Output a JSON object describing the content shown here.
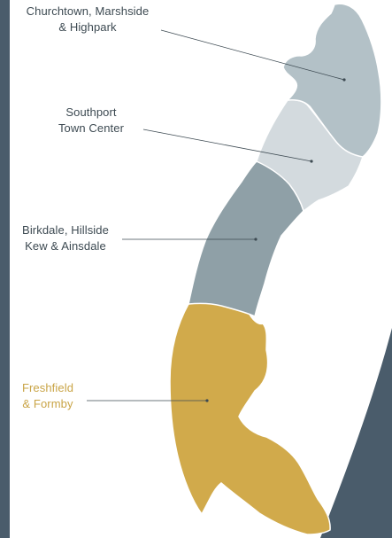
{
  "map": {
    "colors": {
      "background": "#ffffff",
      "frame_dark": "#4a5c6b",
      "region_churchtown": "#b3c1c7",
      "region_southport": "#d3dade",
      "region_birkdale": "#8fa0a7",
      "region_freshfield": "#d1aa4b",
      "label_default": "#3d4a52",
      "label_highlight": "#c9a446",
      "leader_line": "#3d4a52"
    },
    "regions": [
      {
        "id": "churchtown",
        "line1": "Churchtown, Marshside",
        "line2": "& Highpark",
        "highlighted": false
      },
      {
        "id": "southport",
        "line1": "Southport",
        "line2": "Town Center",
        "highlighted": false
      },
      {
        "id": "birkdale",
        "line1": "Birkdale, Hillside",
        "line2": "Kew & Ainsdale",
        "highlighted": false
      },
      {
        "id": "freshfield",
        "line1": "Freshfield",
        "line2": "& Formby",
        "highlighted": true
      }
    ]
  }
}
